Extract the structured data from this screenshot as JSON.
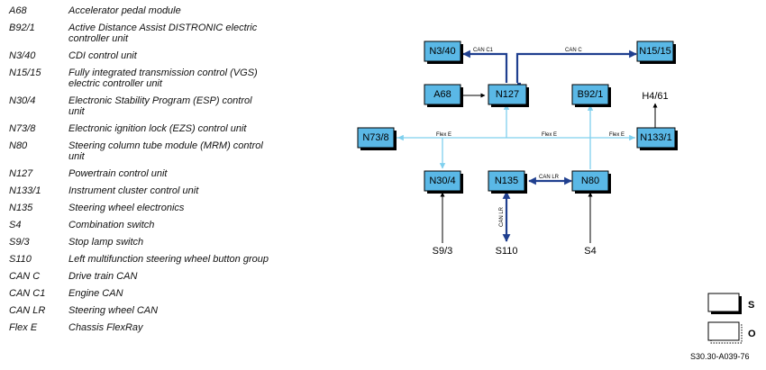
{
  "legend": [
    {
      "code": "A68",
      "desc": "Accelerator pedal module"
    },
    {
      "code": "B92/1",
      "desc": "Active Distance Assist DISTRONIC electric controller unit"
    },
    {
      "code": "N3/40",
      "desc": "CDI control unit"
    },
    {
      "code": "N15/15",
      "desc": "Fully integrated transmission control (VGS) electric controller unit"
    },
    {
      "code": "N30/4",
      "desc": "Electronic Stability Program (ESP) control unit"
    },
    {
      "code": "N73/8",
      "desc": "Electronic ignition lock (EZS) control unit"
    },
    {
      "code": "N80",
      "desc": "Steering column tube module (MRM) control unit"
    },
    {
      "code": "N127",
      "desc": "Powertrain control unit"
    },
    {
      "code": "N133/1",
      "desc": "Instrument cluster control unit"
    },
    {
      "code": "N135",
      "desc": "Steering wheel electronics"
    },
    {
      "code": "S4",
      "desc": "Combination switch"
    },
    {
      "code": "S9/3",
      "desc": "Stop lamp switch"
    },
    {
      "code": "S110",
      "desc": "Left multifunction steering wheel button group"
    },
    {
      "code": "CAN C",
      "desc": "Drive train CAN"
    },
    {
      "code": "CAN C1",
      "desc": "Engine CAN"
    },
    {
      "code": "CAN LR",
      "desc": "Steering wheel CAN"
    },
    {
      "code": "Flex E",
      "desc": "Chassis FlexRay"
    }
  ],
  "diagram": {
    "nodes": {
      "n3_40": "N3/40",
      "n15_15": "N15/15",
      "a68": "A68",
      "n127": "N127",
      "b92_1": "B92/1",
      "n73_8": "N73/8",
      "n133_1": "N133/1",
      "n30_4": "N30/4",
      "n135": "N135",
      "n80": "N80"
    },
    "externals": {
      "h4_61": "H4/61",
      "s9_3": "S9/3",
      "s110": "S110",
      "s4": "S4"
    },
    "bus_labels": {
      "can_c1": "CAN C1",
      "can_c": "CAN C",
      "can_lr_h": "CAN LR",
      "can_lr_v": "CAN LR",
      "flex_e_left": "Flex E",
      "flex_e_mid": "Flex E",
      "flex_e_right": "Flex E"
    },
    "colors": {
      "box": "#5ab8e6",
      "can_bus": "#1f3f8f",
      "flexray": "#7fd0ee",
      "wire": "#000000"
    }
  },
  "key": {
    "s": "S",
    "o": "O"
  },
  "figure_ref": "S30.30-A039-76"
}
